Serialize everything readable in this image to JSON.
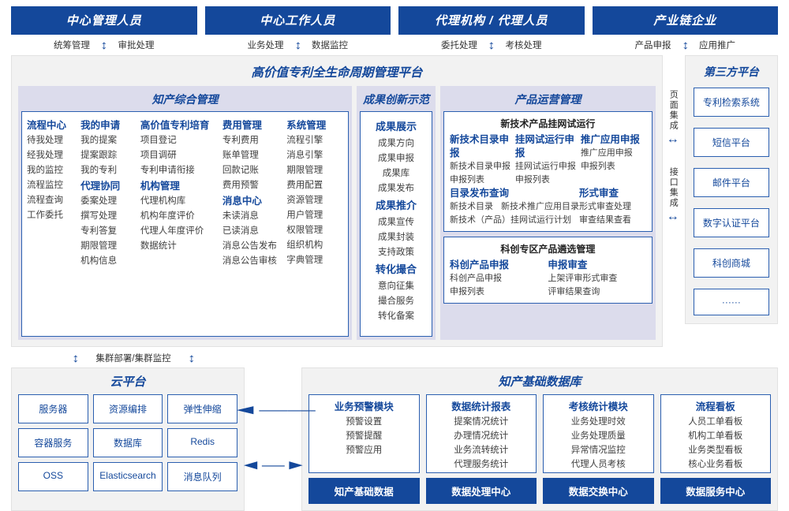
{
  "roles": [
    {
      "title": "中心管理人员",
      "left": "统筹管理",
      "right": "审批处理"
    },
    {
      "title": "中心工作人员",
      "left": "业务处理",
      "right": "数据监控"
    },
    {
      "title": "代理机构 / 代理人员",
      "left": "委托处理",
      "right": "考核处理"
    },
    {
      "title": "产业链企业",
      "left": "产品申报",
      "right": "应用推广"
    }
  ],
  "platform": {
    "title": "高价值专利全生命周期管理平台",
    "zhichan": {
      "title": "知产综合管理",
      "columns": [
        {
          "heads": [
            {
              "head": "流程中心",
              "items": [
                "待我处理",
                "经我处理",
                "我的监控",
                "流程监控",
                "流程查询",
                "工作委托"
              ]
            }
          ]
        },
        {
          "heads": [
            {
              "head": "我的申请",
              "items": [
                "我的提案",
                "提案跟踪",
                "我的专利"
              ]
            },
            {
              "head": "代理协同",
              "items": [
                "委案处理",
                "撰写处理",
                "专利答复",
                "期限管理",
                "机构信息"
              ]
            }
          ]
        },
        {
          "heads": [
            {
              "head": "高价值专利培育",
              "items": [
                "项目登记",
                "项目调研",
                "专利申请衔接"
              ]
            },
            {
              "head": "机构管理",
              "items": [
                "代理机构库",
                "机构年度评价",
                "代理人年度评价",
                "数据统计"
              ]
            }
          ]
        },
        {
          "heads": [
            {
              "head": "费用管理",
              "items": [
                "专利费用",
                "账单管理",
                "回款记账",
                "费用预警"
              ]
            },
            {
              "head": "消息中心",
              "items": [
                "未读消息",
                "已读消息",
                "消息公告发布",
                "消息公告审核"
              ]
            }
          ]
        },
        {
          "heads": [
            {
              "head": "系统管理",
              "items": [
                "流程引擎",
                "消息引擎",
                "期限管理",
                "费用配置",
                "资源管理",
                "用户管理",
                "权限管理",
                "组织机构",
                "字典管理"
              ]
            }
          ]
        }
      ]
    },
    "chengguo": {
      "title": "成果创新示范",
      "groups": [
        {
          "head": "成果展示",
          "items": [
            "成果方向",
            "成果申报",
            "成果库",
            "成果发布"
          ]
        },
        {
          "head": "成果推介",
          "items": [
            "成果宣传",
            "成果封装",
            "支持政策"
          ]
        },
        {
          "head": "转化撮合",
          "items": [
            "意向征集",
            "撮合服务",
            "转化备案"
          ]
        }
      ]
    },
    "chanpin": {
      "title": "产品运营管理",
      "cards": [
        {
          "title": "新技术产品挂网试运行",
          "rows": [
            {
              "cols": [
                {
                  "head": "新技术目录申报",
                  "items": [
                    "新技术目录申报",
                    "申报列表"
                  ]
                },
                {
                  "head": "挂网试运行申报",
                  "items": [
                    "挂网试运行申报",
                    "申报列表"
                  ]
                },
                {
                  "head": "推广应用申报",
                  "items": [
                    "推广应用申报",
                    "申报列表"
                  ]
                }
              ]
            },
            {
              "cols": [
                {
                  "head": "目录发布查询",
                  "items": [
                    "新技术目录",
                    "新技术推广应用目录",
                    "新技术（产品）挂网试运行计划"
                  ]
                },
                {
                  "head": "形式审查",
                  "items": [
                    "形式审查处理",
                    "审查结果查看"
                  ]
                }
              ]
            }
          ]
        },
        {
          "title": "科创专区产品遴选管理",
          "rows": [
            {
              "cols": [
                {
                  "head": "科创产品申报",
                  "items": [
                    "科创产品申报",
                    "申报列表"
                  ]
                },
                {
                  "head": "申报审查",
                  "items": [
                    "上架评审形式审查",
                    "评审结果查询"
                  ]
                }
              ]
            }
          ]
        }
      ]
    }
  },
  "integration": {
    "page": "页面集成",
    "api": "接口集成",
    "arrow": "↔"
  },
  "third_party": {
    "title": "第三方平台",
    "items": [
      "专利检索系统",
      "短信平台",
      "邮件平台",
      "数字认证平台",
      "科创商城",
      "······"
    ]
  },
  "cluster": {
    "label": "集群部署/集群监控",
    "arrow": "↕"
  },
  "cloud": {
    "title": "云平台",
    "cells": [
      "服务器",
      "资源编排",
      "弹性伸缩",
      "容器服务",
      "数据库",
      "Redis",
      "OSS",
      "Elasticsearch",
      "消息队列"
    ]
  },
  "mid_arrows": {
    "left": "◄——",
    "both": "◄—►"
  },
  "database": {
    "title": "知产基础数据库",
    "cards": [
      {
        "title": "业务预警模块",
        "items": [
          "预警设置",
          "预警提醒",
          "预警应用"
        ],
        "foot": "知产基础数据"
      },
      {
        "title": "数据统计报表",
        "items": [
          "提案情况统计",
          "办理情况统计",
          "业务流转统计",
          "代理服务统计"
        ],
        "foot": "数据处理中心"
      },
      {
        "title": "考核统计模块",
        "items": [
          "业务处理时效",
          "业务处理质量",
          "异常情况监控",
          "代理人员考核"
        ],
        "foot": "数据交换中心"
      },
      {
        "title": "流程看板",
        "items": [
          "人员工单看板",
          "机构工单看板",
          "业务类型看板",
          "核心业务看板"
        ],
        "foot": "数据服务中心"
      }
    ]
  },
  "colors": {
    "brand": "#14489b",
    "border": "#2b5fb0",
    "panel": "#dcdcec",
    "surface": "#f2f2f2"
  }
}
